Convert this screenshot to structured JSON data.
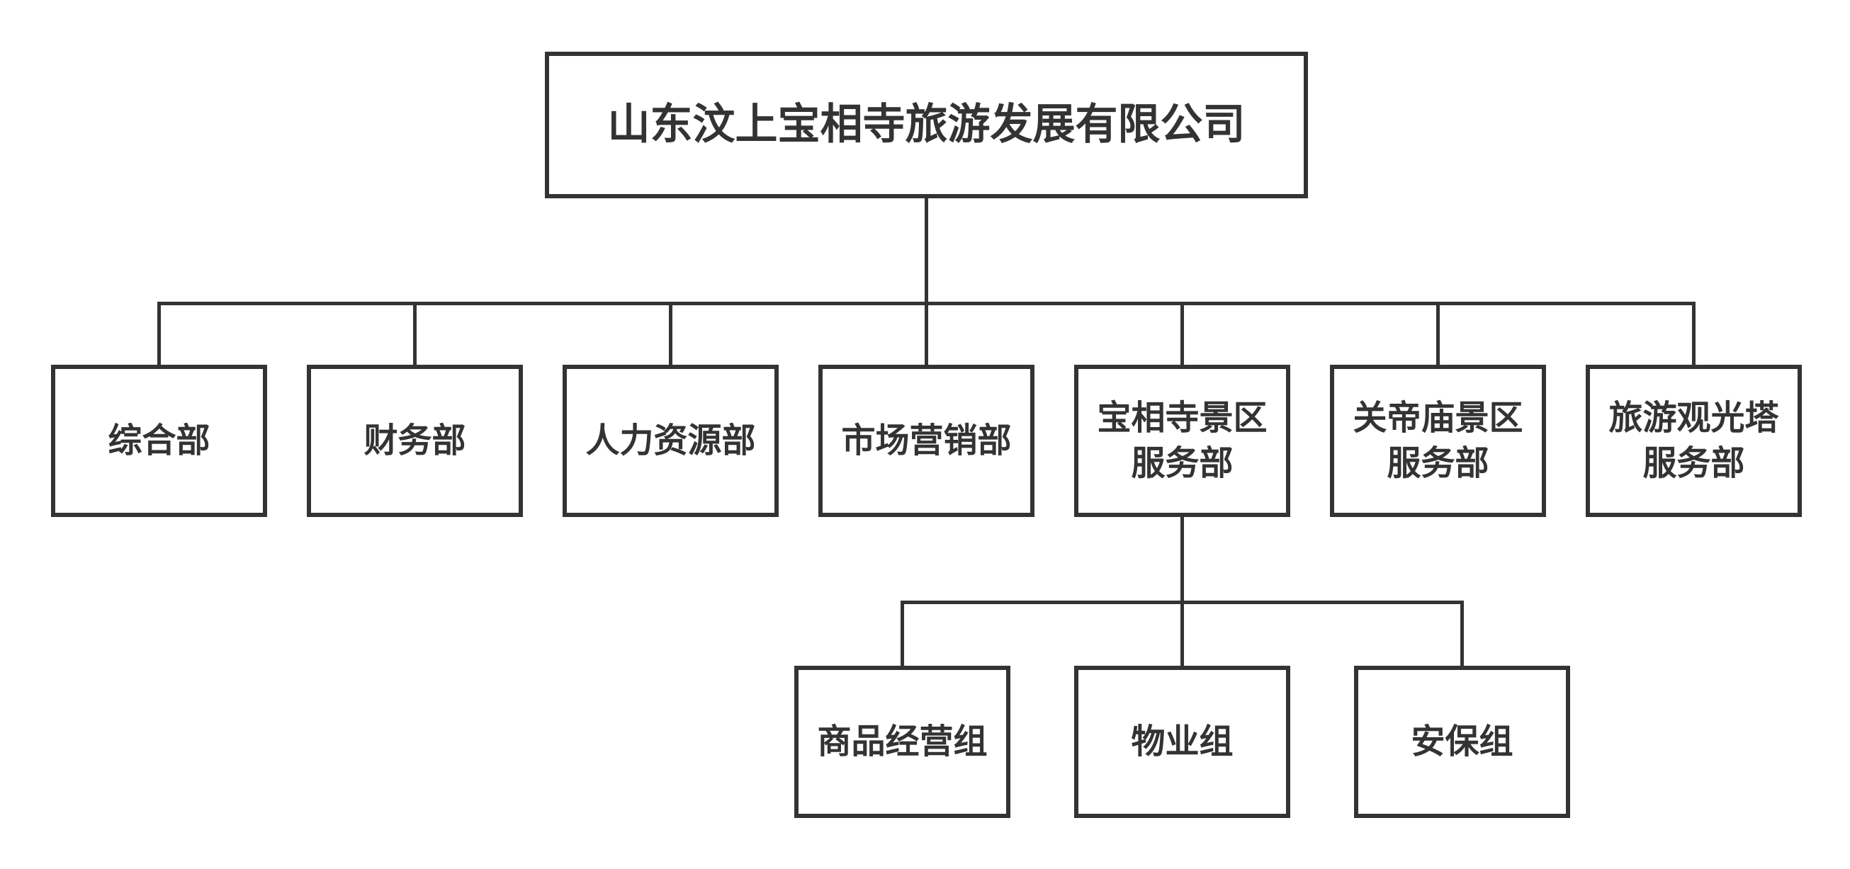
{
  "page": {
    "background": "#ffffff"
  },
  "style": {
    "box_border_color": "#333333",
    "connector_color": "#333333",
    "text_color": "#333333"
  },
  "org_chart": {
    "type": "org-tree",
    "root": {
      "label": "山东汶上宝相寺旅游发展有限公司",
      "lines": [
        "山东汶上宝相寺旅游发展有限公司"
      ]
    },
    "departments": [
      {
        "label": "综合部",
        "lines": [
          "综合部"
        ]
      },
      {
        "label": "财务部",
        "lines": [
          "财务部"
        ]
      },
      {
        "label": "人力资源部",
        "lines": [
          "人力资源部"
        ]
      },
      {
        "label": "市场营销部",
        "lines": [
          "市场营销部"
        ]
      },
      {
        "label": "宝相寺景区服务部",
        "lines": [
          "宝相寺景区",
          "服务部"
        ],
        "children": [
          "商品经营组",
          "物业组",
          "安保组"
        ]
      },
      {
        "label": "关帝庙景区服务部",
        "lines": [
          "关帝庙景区",
          "服务部"
        ]
      },
      {
        "label": "旅游观光塔服务部",
        "lines": [
          "旅游观光塔",
          "服务部"
        ]
      }
    ],
    "teams": [
      {
        "label": "商品经营组",
        "lines": [
          "商品经营组"
        ],
        "parent": "宝相寺景区服务部"
      },
      {
        "label": "物业组",
        "lines": [
          "物业组"
        ],
        "parent": "宝相寺景区服务部"
      },
      {
        "label": "安保组",
        "lines": [
          "安保组"
        ],
        "parent": "宝相寺景区服务部"
      }
    ]
  }
}
